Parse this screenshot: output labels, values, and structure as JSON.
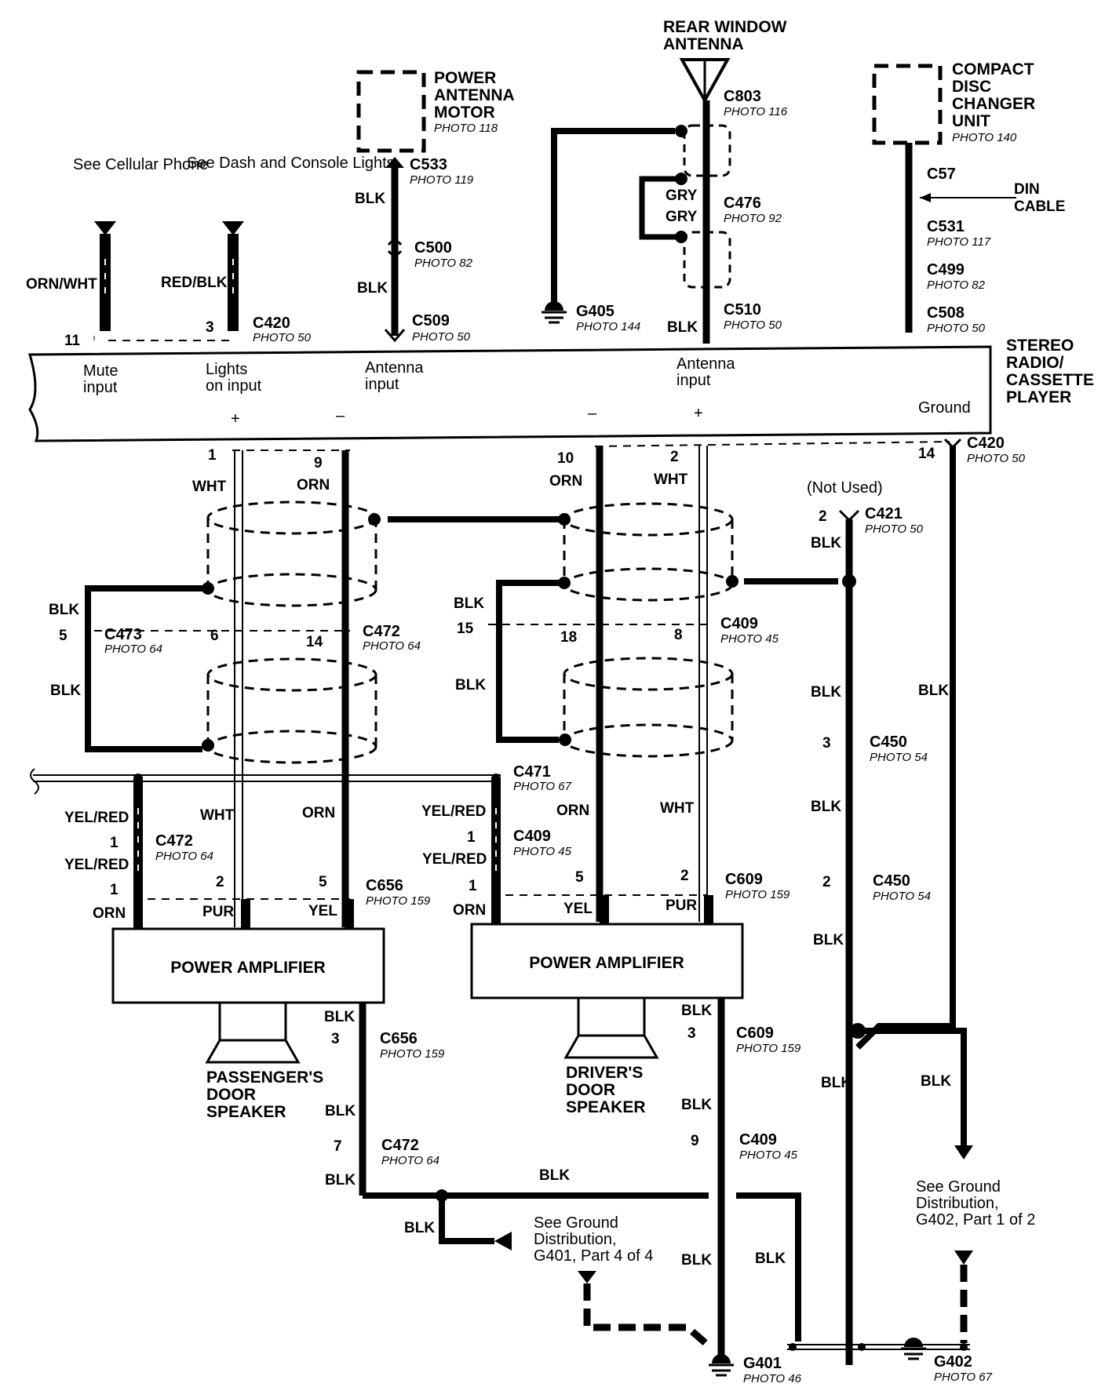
{
  "components": {
    "rear_window_antenna": "REAR WINDOW ANTENNA",
    "power_antenna_motor": "POWER ANTENNA MOTOR",
    "power_antenna_photo": "PHOTO 118",
    "cd_changer": "COMPACT DISC CHANGER UNIT",
    "cd_changer_photo": "PHOTO 140",
    "stereo": "STEREO RADIO/ CASSETTE PLAYER",
    "power_amplifier": "POWER AMPLIFIER",
    "passenger_speaker": "PASSENGER'S DOOR SPEAKER",
    "driver_speaker": "DRIVER'S DOOR SPEAKER",
    "din_cable": "DIN CABLE",
    "not_used": "(Not Used)"
  },
  "references": {
    "cellular": "See Cellular Phone",
    "dash_lights": "See Dash and Console Lights",
    "ground_g401": "See Ground Distribution, G401, Part 4 of 4",
    "ground_g402": "See Ground Distribution, G402, Part 1 of 2"
  },
  "inputs": {
    "mute": "Mute input",
    "lights": "Lights on input",
    "antenna1": "Antenna input",
    "antenna2": "Antenna input",
    "ground": "Ground",
    "plus": "+",
    "minus": "–"
  },
  "wire_colors": {
    "orn_wht": "ORN/WHT",
    "red_blk": "RED/BLK",
    "blk": "BLK",
    "gry": "GRY",
    "wht": "WHT",
    "orn": "ORN",
    "yel_red": "YEL/RED",
    "pur": "PUR",
    "yel": "YEL"
  },
  "connectors": {
    "c803": "C803",
    "c803_photo": "PHOTO 116",
    "c476": "C476",
    "c476_photo": "PHOTO 92",
    "c510": "C510",
    "c510_photo": "PHOTO 50",
    "c533": "C533",
    "c533_photo": "PHOTO 119",
    "c500": "C500",
    "c500_photo": "PHOTO 82",
    "c509": "C509",
    "c509_photo": "PHOTO 50",
    "c57": "C57",
    "c531": "C531",
    "c531_photo": "PHOTO 117",
    "c499": "C499",
    "c499_photo": "PHOTO 82",
    "c508": "C508",
    "c508_photo": "PHOTO 50",
    "c420": "C420",
    "c420_photo": "PHOTO 50",
    "c421": "C421",
    "c421_photo": "PHOTO 50",
    "c473": "C473",
    "c473_photo": "PHOTO 64",
    "c472": "C472",
    "c472_photo": "PHOTO 64",
    "c409": "C409",
    "c409_photo": "PHOTO 45",
    "c450": "C450",
    "c450_photo": "PHOTO 54",
    "c471": "C471",
    "c471_photo": "PHOTO 67",
    "c656": "C656",
    "c656_photo": "PHOTO 159",
    "c609": "C609",
    "c609_photo": "PHOTO 159"
  },
  "grounds": {
    "g405": "G405",
    "g405_photo": "PHOTO 144",
    "g401": "G401",
    "g401_photo": "PHOTO 46",
    "g402": "G402",
    "g402_photo": "PHOTO 67"
  },
  "pins": {
    "p11": "11",
    "p3": "3",
    "p1": "1",
    "p9": "9",
    "p10": "10",
    "p2": "2",
    "p14": "14",
    "p5": "5",
    "p6": "6",
    "p15": "15",
    "p18": "18",
    "p8": "8",
    "p7": "7"
  }
}
